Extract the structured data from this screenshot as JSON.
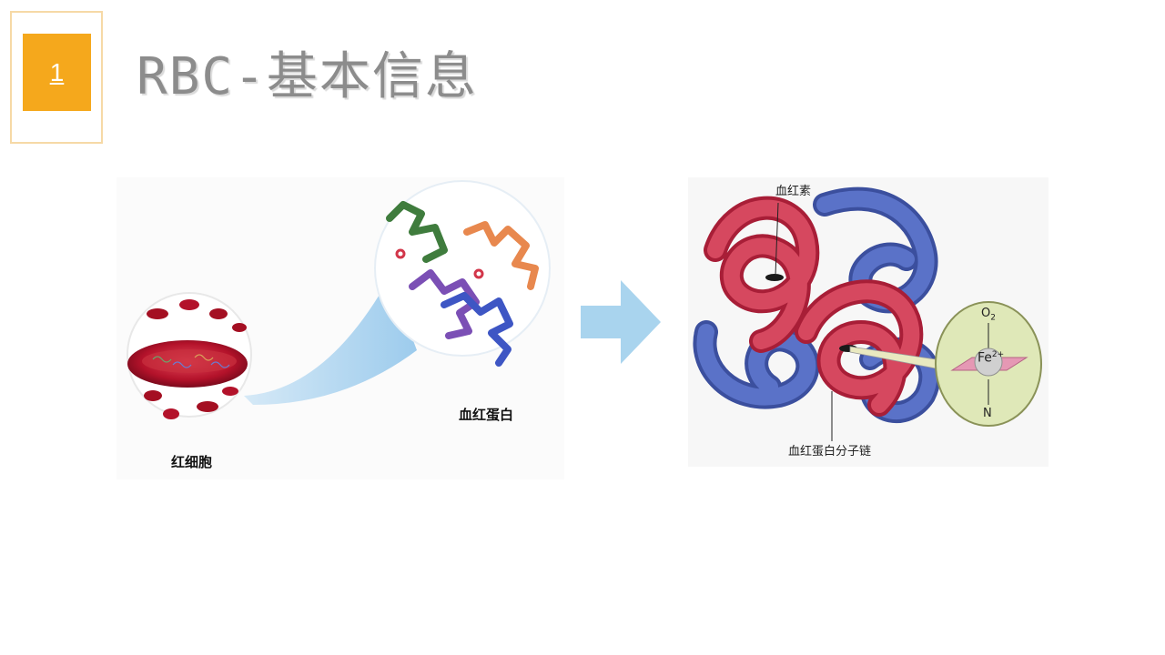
{
  "slide": {
    "badge_number": "1",
    "title": "RBC-基本信息"
  },
  "figure_left": {
    "label_rbc": "红细胞",
    "label_hemoglobin": "血红蛋白"
  },
  "figure_right": {
    "label_heme": "血红素",
    "label_chain": "血红蛋白分子链",
    "label_o2": "O",
    "label_o2_sub": "2",
    "label_fe": "Fe",
    "label_fe_sup": "2+",
    "label_n": "N"
  },
  "colors": {
    "accent_orange": "#f5a81c",
    "frame_gold": "#f6d9a6",
    "arrow_blue": "#a9d4ee",
    "rbc_red": "#b3122a",
    "chain_red": "#d23a55",
    "chain_blue": "#4a62b5"
  }
}
